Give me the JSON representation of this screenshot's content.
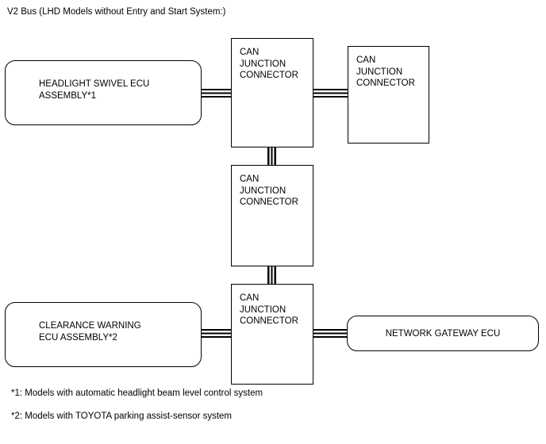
{
  "diagram": {
    "title": "V2 Bus (LHD Models without Entry and Start System:)",
    "nodes": {
      "headlight_swivel_ecu": "HEADLIGHT SWIVEL ECU\nASSEMBLY*1",
      "can_junction_connector_top": "CAN\nJUNCTION\nCONNECTOR",
      "can_junction_connector_right": "CAN\nJUNCTION\nCONNECTOR",
      "can_junction_connector_middle": "CAN\nJUNCTION\nCONNECTOR",
      "can_junction_connector_bottom": "CAN\nJUNCTION\nCONNECTOR",
      "clearance_warning_ecu": "CLEARANCE WARNING\nECU ASSEMBLY*2",
      "network_gateway_ecu": "NETWORK GATEWAY ECU"
    },
    "footnotes": [
      "*1: Models with automatic headlight beam level control system",
      "*2: Models with TOYOTA parking assist-sensor system"
    ],
    "colors": {
      "line": "#000000",
      "background": "#ffffff"
    }
  }
}
